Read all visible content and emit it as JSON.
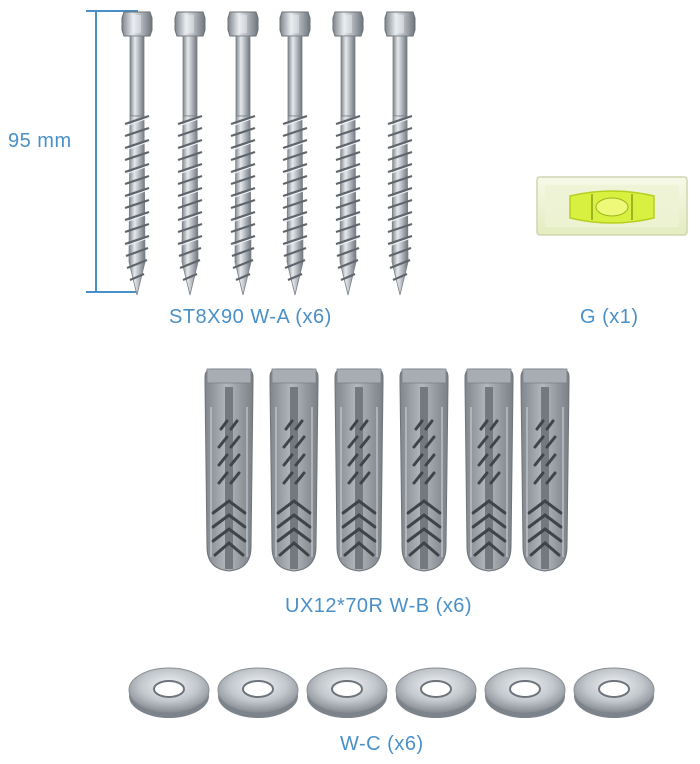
{
  "dimension": {
    "label": "95 mm"
  },
  "parts": [
    {
      "id": "a",
      "label": "ST8X90 W-A (x6)",
      "icon": "lag-screw-icon",
      "count": 6
    },
    {
      "id": "g",
      "label": "G (x1)",
      "icon": "bubble-level-icon",
      "count": 1
    },
    {
      "id": "b",
      "label": "UX12*70R W-B (x6)",
      "icon": "wall-plug-icon",
      "count": 6
    },
    {
      "id": "c",
      "label": "W-C (x6)",
      "icon": "washer-icon",
      "count": 6
    }
  ],
  "colors": {
    "label": "#4a90c8",
    "metal": "#b8bcc2",
    "plug": "#9aa0a6",
    "bubble": "#d8f040"
  }
}
